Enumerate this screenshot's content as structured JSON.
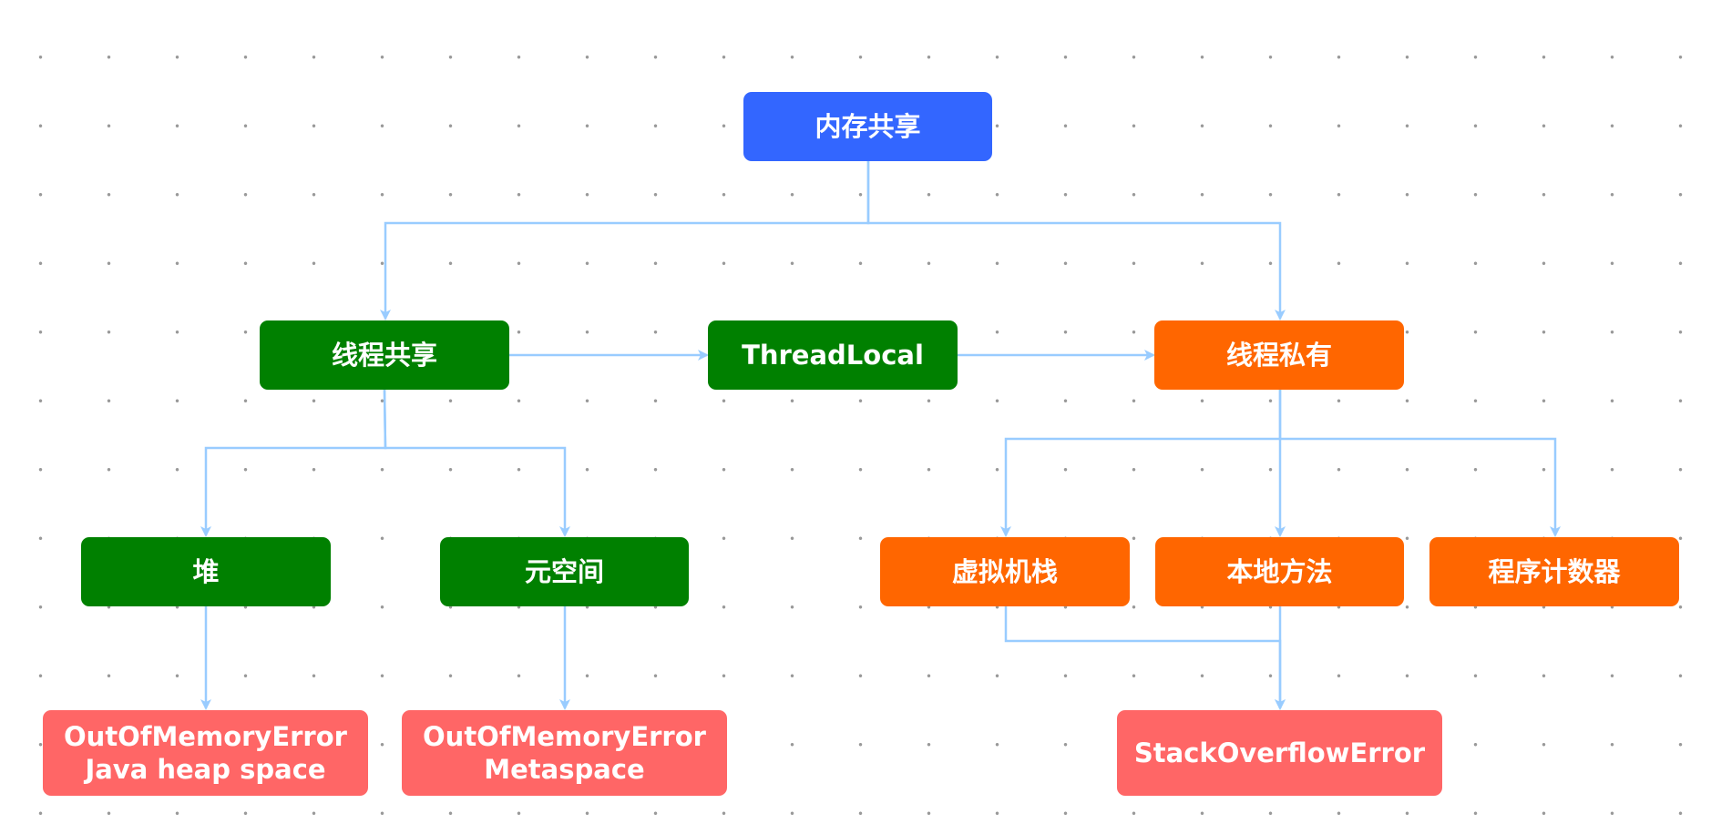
{
  "nodes": {
    "root": {
      "label": "内存共享"
    },
    "thread_shared": {
      "label": "线程共享"
    },
    "threadlocal": {
      "label": "ThreadLocal"
    },
    "thread_private": {
      "label": "线程私有"
    },
    "heap": {
      "label": "堆"
    },
    "metaspace": {
      "label": "元空间"
    },
    "vm_stack": {
      "label": "虚拟机栈"
    },
    "native_method": {
      "label": "本地方法"
    },
    "program_counter": {
      "label": "程序计数器"
    },
    "oom_heap": {
      "line1": "OutOfMemoryError",
      "line2": "Java heap space"
    },
    "oom_metaspace": {
      "line1": "OutOfMemoryError",
      "line2": "Metaspace"
    },
    "stack_overflow": {
      "label": "StackOverflowError"
    }
  },
  "colors": {
    "root": "#3366ff",
    "shared": "#008000",
    "private": "#ff6600",
    "error": "#ff6666",
    "connector": "#99ccff",
    "grid_dot": "#9a9a9a"
  }
}
